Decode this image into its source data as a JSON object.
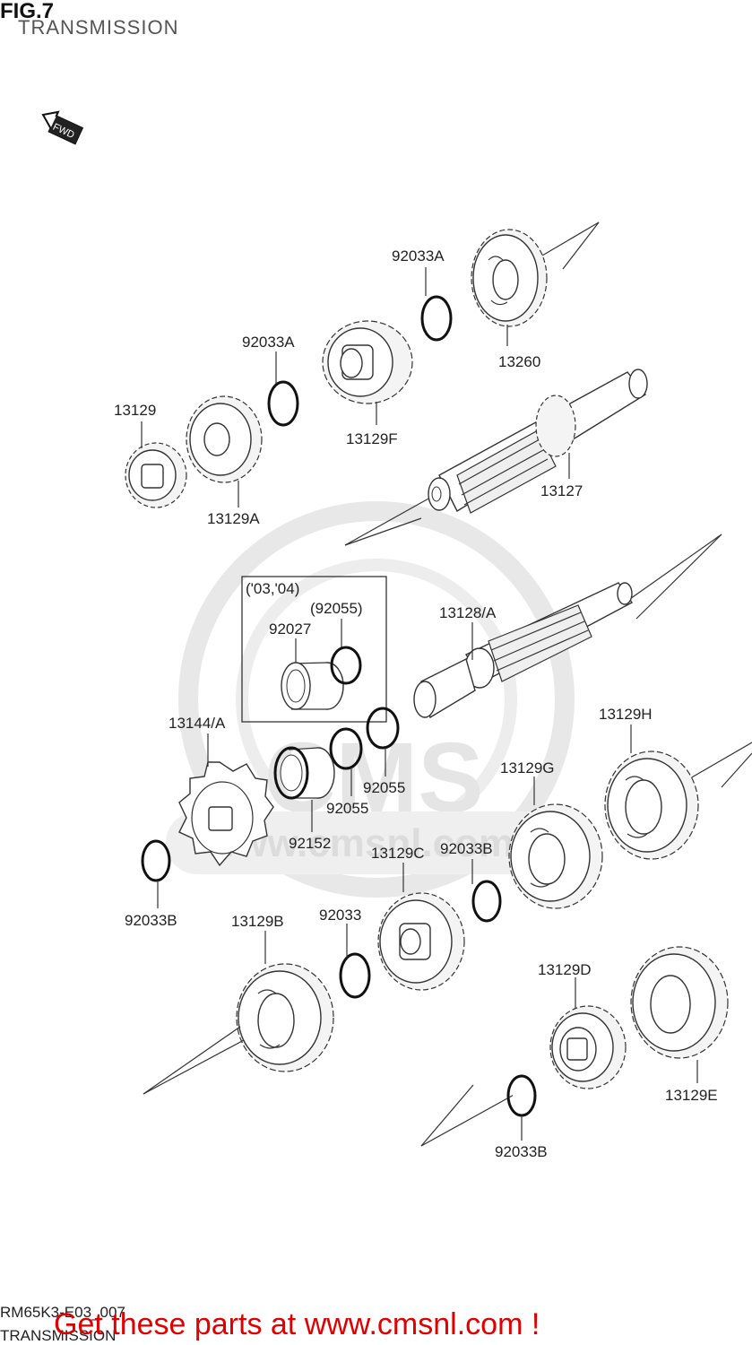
{
  "figure": {
    "number": "FIG.7",
    "title": "TRANSMISSION",
    "fwd_label": "FWD"
  },
  "inset": {
    "years": "('03,'04)",
    "label_a": "(92055)",
    "label_b": "92027"
  },
  "parts": {
    "p92033A_top": "92033A",
    "p13260": "13260",
    "p92033A_mid": "92033A",
    "p13129F": "13129F",
    "p13129": "13129",
    "p13129A": "13129A",
    "p13127": "13127",
    "p13128A": "13128/A",
    "p13144A": "13144/A",
    "p92055_right": "92055",
    "p92055_left": "92055",
    "p92152": "92152",
    "p13129H": "13129H",
    "p13129G": "13129G",
    "p13129C": "13129C",
    "p92033B_mid": "92033B",
    "p92033B_left": "92033B",
    "p13129B": "13129B",
    "p92033": "92033",
    "p13129D": "13129D",
    "p13129E": "13129E",
    "p92033B_bottom": "92033B"
  },
  "footer": {
    "code": "RM65K3-E03_007",
    "title": "TRANSMISSION",
    "promo": "Get these parts at www.cmsnl.com !",
    "promo_color": "#e00000"
  },
  "watermark": {
    "brand": "CMS",
    "url": "www.cmsnl.com"
  }
}
